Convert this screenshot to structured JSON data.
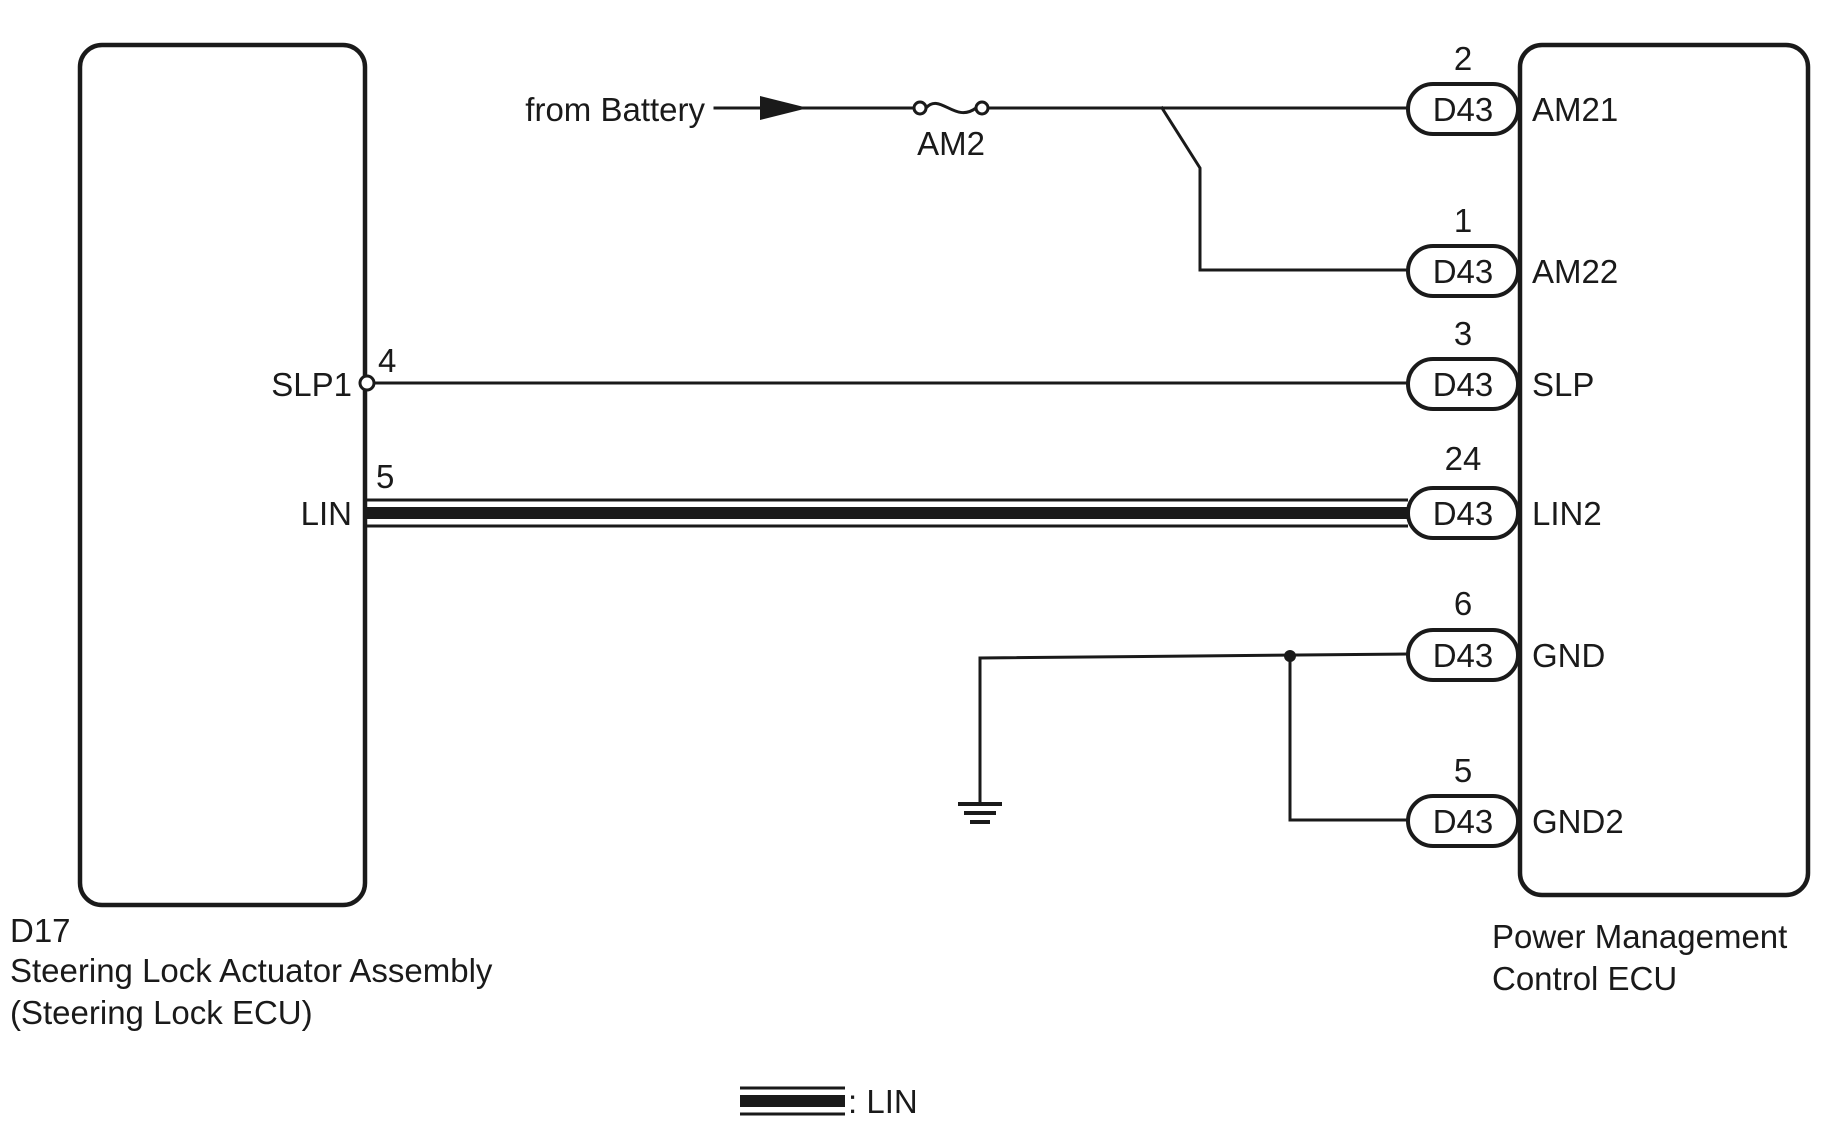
{
  "left_module": {
    "code": "D17",
    "name_line1": "Steering Lock Actuator Assembly",
    "name_line2": "(Steering Lock ECU)",
    "pins": [
      {
        "label": "SLP1",
        "number": "4"
      },
      {
        "label": "LIN",
        "number": "5"
      }
    ]
  },
  "right_module": {
    "name_line1": "Power Management",
    "name_line2": "Control ECU",
    "connector": "D43",
    "pins": [
      {
        "number": "2",
        "label": "AM21"
      },
      {
        "number": "1",
        "label": "AM22"
      },
      {
        "number": "3",
        "label": "SLP"
      },
      {
        "number": "24",
        "label": "LIN2"
      },
      {
        "number": "6",
        "label": "GND"
      },
      {
        "number": "5",
        "label": "GND2"
      }
    ]
  },
  "power": {
    "source_label": "from Battery",
    "fuse_label": "AM2"
  },
  "legend": {
    "label": ": LIN"
  },
  "colors": {
    "line": "#1a1a1a",
    "background": "#ffffff"
  }
}
